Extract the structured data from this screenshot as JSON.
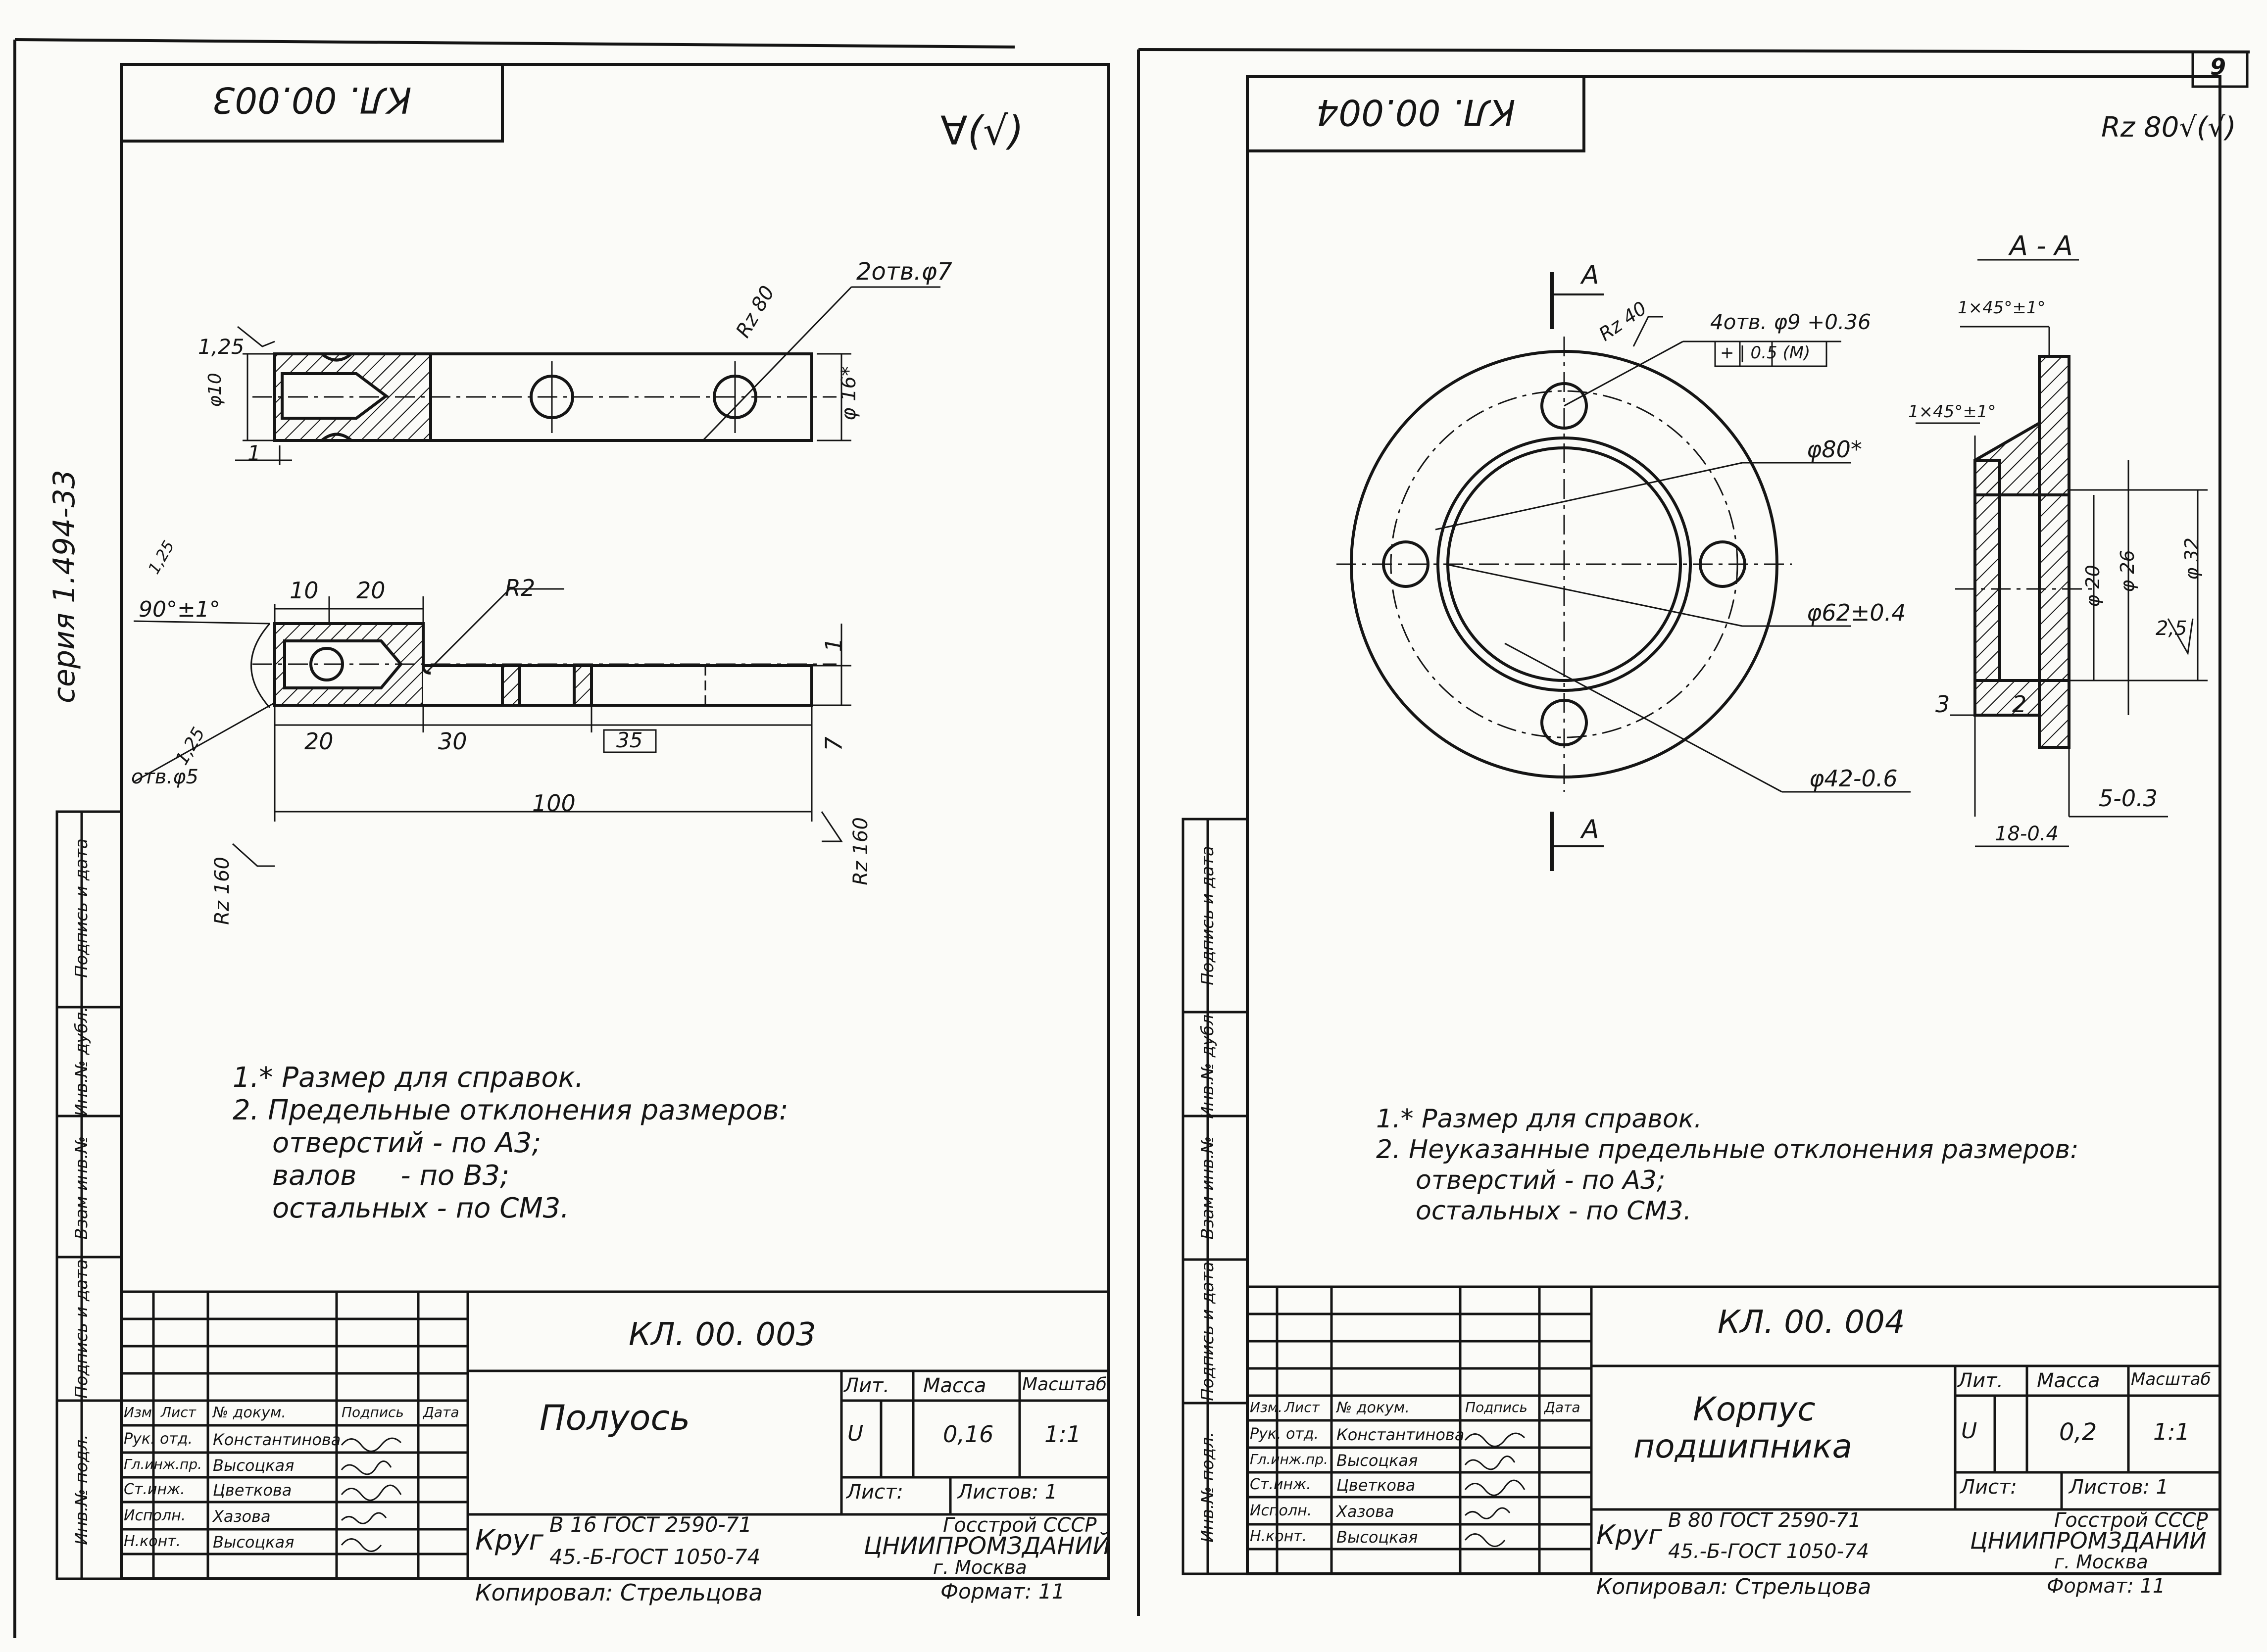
{
  "page_number": "9",
  "series_text": "серия 1.494-33",
  "side_labels": [
    "Подпись и дата",
    "Инв.№ дубл.",
    "Взам инв.№",
    "Подпись и дата",
    "Инв.№ подл."
  ],
  "left_sheet": {
    "top_code": "КЛ. 00.003",
    "roughness_mark": "∀(√)",
    "dims": {
      "two_holes": "2отв.φ7",
      "rz80": "Rz 80",
      "d10": "φ10",
      "d16": "φ 16*",
      "v125a": "1,25",
      "v1a": "1",
      "v125b": "1,25",
      "angle": "90°±1°",
      "ang_small": "1,25",
      "d10b": "10",
      "d20": "20",
      "r2": "R2",
      "hole_d5": "отв.φ5",
      "l20": "20",
      "l30": "30",
      "l35": "35",
      "l100": "100",
      "v1": "1",
      "v7": "7",
      "rz160a": "Rz 160",
      "rz160b": "Rz 160"
    },
    "notes": [
      "1.* Размер для справок.",
      "2. Предельные отклонения размеров:",
      "отверстий - по А3;",
      "валов     - по В3;",
      "остальных - по СМ3."
    ],
    "title_block": {
      "doc_code": "КЛ. 00. 003",
      "part_name": "Полуось",
      "hdr_lit": "Лит.",
      "hdr_mass": "Масса",
      "hdr_scale": "Масштаб",
      "lit": "U",
      "mass": "0,16",
      "scale": "1:1",
      "sheet": "Лист:",
      "sheets": "Листов: 1",
      "org1": "Госстрой СССР",
      "org2": "ЦНИИПРОМЗДАНИЙ",
      "org3": "г. Москва",
      "mat_prefix": "Круг",
      "mat1": "В 16 ГОСТ 2590-71",
      "mat2": "45.-Б-ГОСТ 1050-74",
      "copied": "Копировал: Стрельцова",
      "format": "Формат: 11",
      "headers": [
        "Изм.",
        "Лист",
        "№ докум.",
        "Подпись",
        "Дата"
      ],
      "rows": [
        {
          "role": "Рук. отд.",
          "name": "Константинова"
        },
        {
          "role": "Гл.инж.пр.",
          "name": "Высоцкая"
        },
        {
          "role": "Ст.инж.",
          "name": "Цветкова"
        },
        {
          "role": "Исполн.",
          "name": "Хазова"
        },
        {
          "role": "Н.конт.",
          "name": "Высоцкая"
        }
      ]
    }
  },
  "right_sheet": {
    "top_code": "КЛ. 00.004",
    "roughness_mark": "Rz 80√(√)",
    "section_title": "А - А",
    "dims": {
      "section_a_top": "А",
      "section_a_bottom": "А",
      "rz40": "Rz 40",
      "holes": "4отв. φ9 +0.36",
      "tolerance_frame": "+ | 0.5 (M)",
      "d80": "φ80*",
      "d62": "φ62±0.4",
      "d42": "φ42-0.6",
      "chamfer1": "1×45°±1°",
      "chamfer2": "1×45°±1°",
      "d20": "φ 20",
      "d26": "φ 26",
      "d32": "φ 32",
      "rz25": "2,5",
      "w3": "3",
      "w2": "2",
      "w5": "5-0.3",
      "w18": "18-0.4"
    },
    "notes": [
      "1.* Размер для справок.",
      "2. Неуказанные предельные отклонения размеров:",
      "отверстий - по А3;",
      "остальных - по СМ3."
    ],
    "title_block": {
      "doc_code": "КЛ. 00. 004",
      "part_name_1": "Корпус",
      "part_name_2": "подшипника",
      "hdr_lit": "Лит.",
      "hdr_mass": "Масса",
      "hdr_scale": "Масштаб",
      "lit": "U",
      "mass": "0,2",
      "scale": "1:1",
      "sheet": "Лист:",
      "sheets": "Листов: 1",
      "org1": "Госстрой СССР",
      "org2": "ЦНИИПРОМЗДАНИЙ",
      "org3": "г. Москва",
      "mat_prefix": "Круг",
      "mat1": "В 80 ГОСТ 2590-71",
      "mat2": "45.-Б-ГОСТ 1050-74",
      "copied": "Копировал: Стрельцова",
      "format": "Формат: 11",
      "headers": [
        "Изм.",
        "Лист",
        "№ докум.",
        "Подпись",
        "Дата"
      ],
      "rows": [
        {
          "role": "Рук. отд.",
          "name": "Константинова"
        },
        {
          "role": "Гл.инж.пр.",
          "name": "Высоцкая"
        },
        {
          "role": "Ст.инж.",
          "name": "Цветкова"
        },
        {
          "role": "Исполн.",
          "name": "Хазова"
        },
        {
          "role": "Н.конт.",
          "name": "Высоцкая"
        }
      ]
    }
  }
}
